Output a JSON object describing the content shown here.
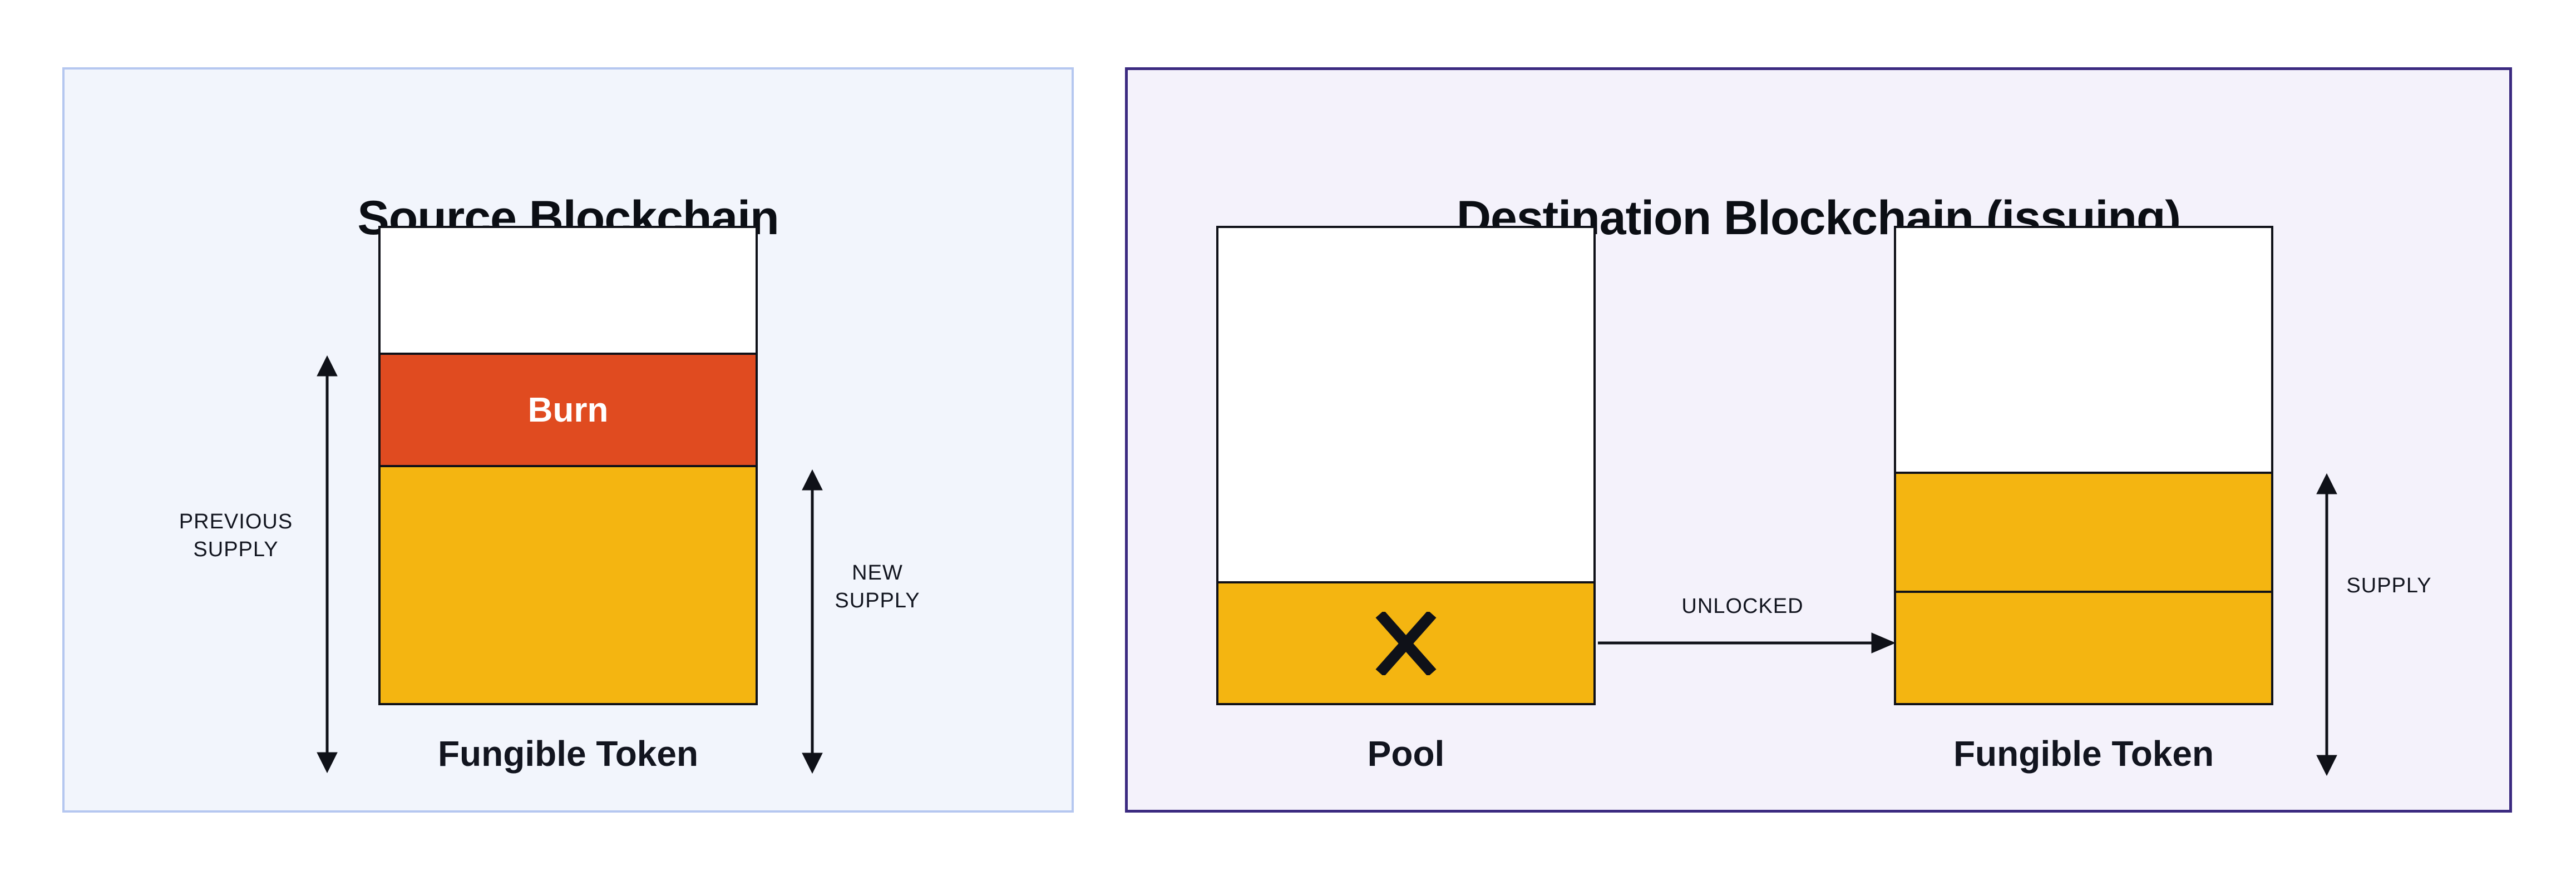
{
  "colors": {
    "panel1_bg": "#f2f5fc",
    "panel1_border": "#b5c7f0",
    "panel2_bg": "#f4f2fb",
    "panel2_border": "#3b2a80",
    "burn": "#e04b20",
    "yellow": "#f4b511",
    "line": "#0f1118",
    "text": "#12151f",
    "burn_text": "#ffffff"
  },
  "source_panel": {
    "title": "Source Blockchain",
    "bar_caption": "Fungible Token",
    "burn_label": "Burn",
    "bar_segments": [
      "empty",
      "burn",
      "new-supply"
    ],
    "previous_supply": {
      "line1": "PREVIOUS",
      "line2": "SUPPLY"
    },
    "new_supply": {
      "line1": "NEW",
      "line2": "SUPPLY"
    }
  },
  "destination_panel": {
    "title": "Destination Blockchain (issuing)",
    "pool_caption": "Pool",
    "token_caption": "Fungible Token",
    "unlocked_label": "UNLOCKED",
    "supply_label": "SUPPLY",
    "pool_segments": [
      "empty",
      "locked-removed"
    ],
    "token_segments": [
      "empty",
      "issued",
      "unlocked"
    ]
  }
}
